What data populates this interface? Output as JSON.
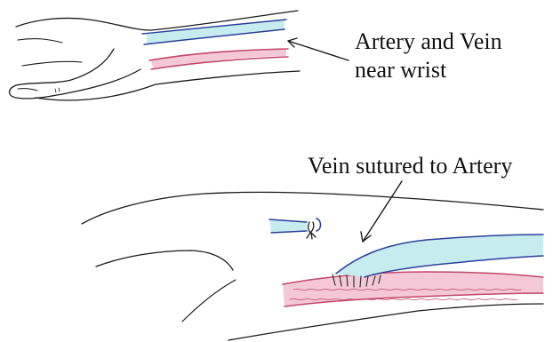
{
  "labels": {
    "top_line1": "Artery and Vein",
    "top_line2": "near wrist",
    "bottom": "Vein sutured to Artery"
  },
  "colors": {
    "outline": "#1a1a1a",
    "vein_stroke": "#2b3f9a",
    "vein_fill": "#c6ecf0",
    "artery_stroke": "#c2466b",
    "artery_fill": "#f4c8d6",
    "suture": "#333333"
  }
}
